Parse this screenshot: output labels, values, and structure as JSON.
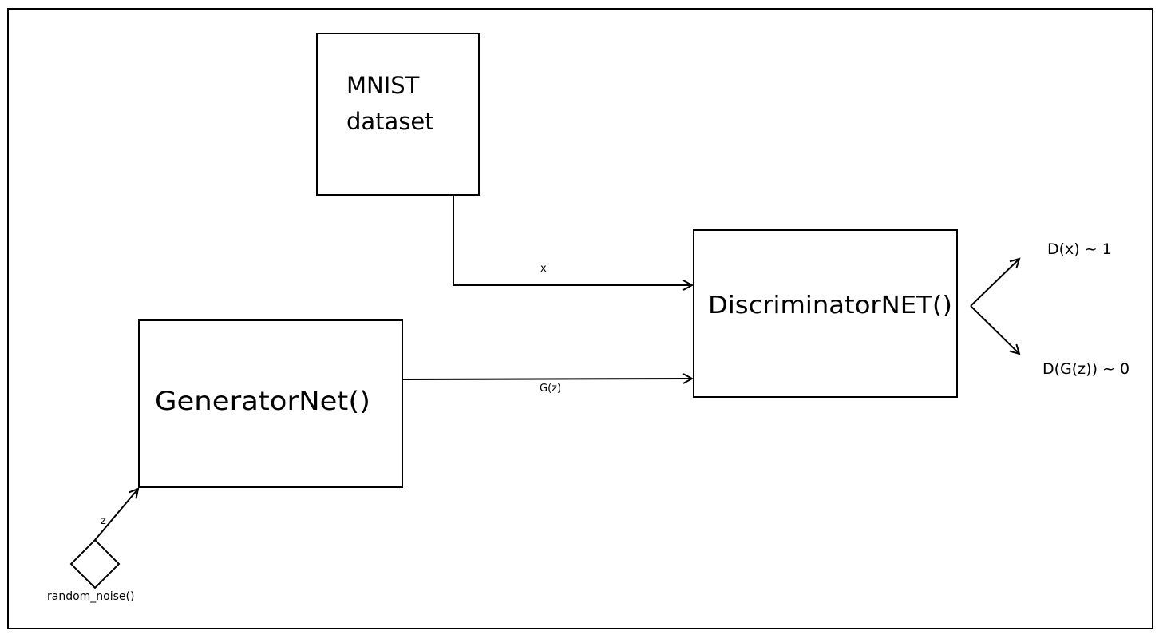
{
  "nodes": {
    "mnist": {
      "line1": "MNIST",
      "line2": "dataset"
    },
    "generator": {
      "label": "GeneratorNet()"
    },
    "discriminator": {
      "label": "DiscriminatorNET()"
    },
    "noise": {
      "label": "random_noise()"
    }
  },
  "edges": {
    "x": "x",
    "gz": "G(z)",
    "z": "z"
  },
  "outputs": {
    "real": "D(x) ~ 1",
    "fake": "D(G(z)) ~ 0"
  }
}
